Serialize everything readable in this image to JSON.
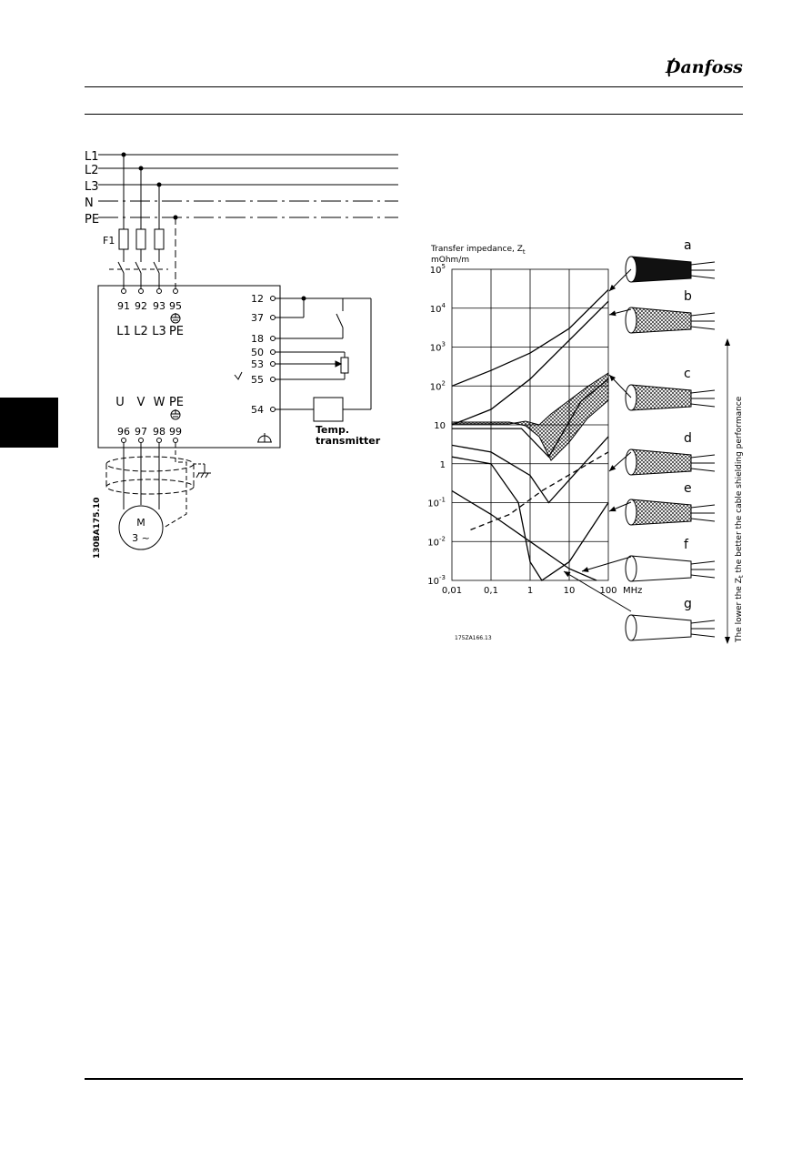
{
  "header": {
    "brand": "Danfoss"
  },
  "wiring": {
    "lines": [
      "L1",
      "L2",
      "L3",
      "N",
      "PE"
    ],
    "fuse_label": "F1",
    "input_terminals": [
      "91",
      "92",
      "93",
      "95"
    ],
    "input_labels": [
      "L1",
      "L2",
      "L3",
      "PE"
    ],
    "control_terminals": [
      "12",
      "37",
      "18",
      "50",
      "53",
      "55",
      "54"
    ],
    "output_labels": [
      "U",
      "V",
      "W",
      "PE"
    ],
    "output_terminals": [
      "96",
      "97",
      "98",
      "99"
    ],
    "motor_label": "M",
    "motor_phase": "3 ~",
    "transmitter_line1": "Temp.",
    "transmitter_line2": "transmitter",
    "drawing_code": "130BA175.10"
  },
  "chart": {
    "title_line1": "Transfer impedance, Z",
    "title_sub": "t",
    "title_line2": "mOhm/m",
    "y_ticks": [
      "10",
      "10",
      "10",
      "10",
      "10",
      "1",
      "10",
      "10",
      "10"
    ],
    "y_exponents": [
      "5",
      "4",
      "3",
      "2",
      "",
      "",
      "-1",
      "-2",
      "-3"
    ],
    "x_ticks": [
      "0,01",
      "0,1",
      "1",
      "10",
      "100"
    ],
    "x_unit": "MHz",
    "drawing_code": "175ZA166.13",
    "side_note_a": "The lower the Z",
    "side_note_sub": "t",
    "side_note_b": " the better the cable shielding performance",
    "cable_labels": [
      "a",
      "b",
      "c",
      "d",
      "e",
      "f",
      "g"
    ]
  },
  "chart_data": {
    "type": "line",
    "title": "Transfer impedance, Zt mOhm/m",
    "xlabel": "MHz",
    "ylabel": "",
    "x_scale": "log",
    "y_scale": "log",
    "xlim": [
      0.01,
      100
    ],
    "ylim": [
      0.001,
      100000
    ],
    "grid": true,
    "series": [
      {
        "name": "a",
        "x": [
          0.01,
          0.1,
          1,
          10,
          100
        ],
        "y": [
          100,
          250,
          700,
          3000,
          30000
        ]
      },
      {
        "name": "b",
        "x": [
          0.01,
          0.1,
          1,
          10,
          100
        ],
        "y": [
          10,
          25,
          150,
          1500,
          15000
        ]
      },
      {
        "name": "c",
        "x": [
          0.01,
          0.1,
          0.6,
          3,
          20,
          100
        ],
        "y": [
          8,
          8,
          8,
          1.5,
          40,
          150
        ]
      },
      {
        "name": "d",
        "x": [
          0.01,
          0.1,
          1,
          3,
          100
        ],
        "y": [
          3,
          2,
          0.5,
          0.1,
          5
        ]
      },
      {
        "name": "e",
        "x": [
          0.03,
          0.3,
          2,
          100
        ],
        "y": [
          0.02,
          0.05,
          0.2,
          2
        ]
      },
      {
        "name": "f",
        "x": [
          0.01,
          0.1,
          0.5,
          1,
          2,
          10,
          100
        ],
        "y": [
          1.5,
          1,
          0.1,
          0.003,
          0.001,
          0.003,
          0.1
        ]
      },
      {
        "name": "g",
        "x": [
          0.01,
          0.1,
          1,
          10,
          50
        ],
        "y": [
          0.2,
          0.05,
          0.01,
          0.002,
          0.001
        ]
      }
    ]
  }
}
